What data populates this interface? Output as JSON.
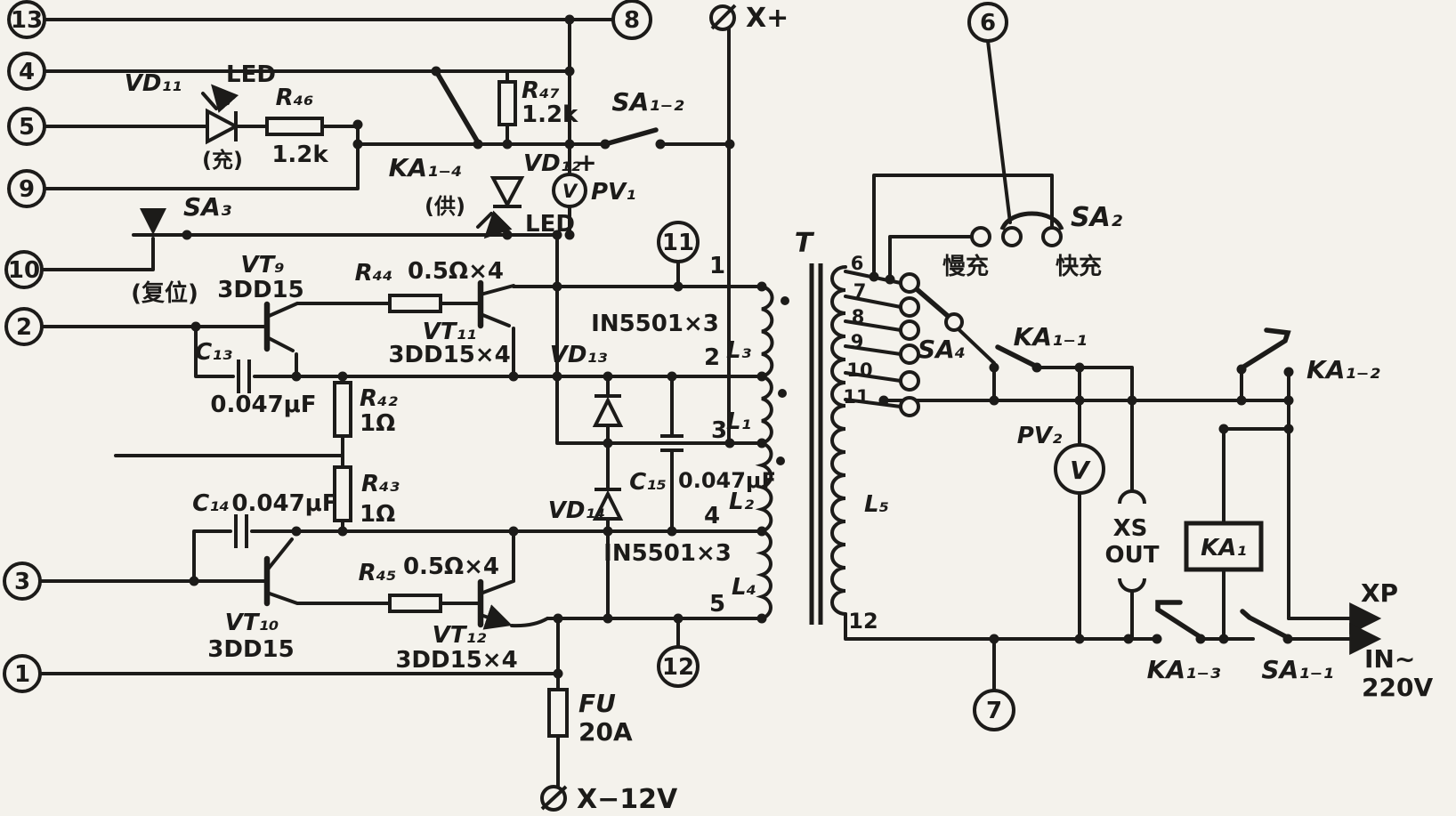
{
  "colors": {
    "ink": "#1c1b19",
    "paper": "#f4f2ec"
  },
  "terminals": {
    "n13": "13",
    "n4": "4",
    "n5": "5",
    "n9": "9",
    "n10": "10",
    "n2": "2",
    "n3": "3",
    "n1": "1",
    "n8": "8",
    "n6": "6",
    "n11": "11",
    "n12": "12",
    "n7": "7"
  },
  "connectors": {
    "x_plus": "X+",
    "x_minus": "X−12V",
    "xp": "XP",
    "xs": "XS",
    "out": "OUT",
    "in_ac": "IN~",
    "in_voltage": "220V"
  },
  "components": {
    "vd11": {
      "ref": "VD₁₁",
      "kind": "LED",
      "note": "(充)"
    },
    "r46": {
      "ref": "R₄₆",
      "value": "1.2k"
    },
    "r47": {
      "ref": "R₄₇",
      "value": "1.2k"
    },
    "ka14": {
      "ref": "KA₁₋₄",
      "note": "(供)"
    },
    "vd12": {
      "ref": "VD₁₂",
      "kind": "LED"
    },
    "pv1": {
      "ref": "PV₁",
      "glyph": "V",
      "polarity": "+"
    },
    "sa12": {
      "ref": "SA₁₋₂"
    },
    "sa3": {
      "ref": "SA₃",
      "note": "(复位)"
    },
    "vt9": {
      "ref": "VT₉",
      "value": "3DD15"
    },
    "vt10": {
      "ref": "VT₁₀",
      "value": "3DD15"
    },
    "vt11": {
      "ref": "VT₁₁",
      "value": "3DD15×4"
    },
    "vt12": {
      "ref": "VT₁₂",
      "value": "3DD15×4"
    },
    "r44": {
      "ref": "R₄₄",
      "value": "0.5Ω×4"
    },
    "r45": {
      "ref": "R₄₅",
      "value": "0.5Ω×4"
    },
    "r42": {
      "ref": "R₄₂",
      "value": "1Ω"
    },
    "r43": {
      "ref": "R₄₃",
      "value": "1Ω"
    },
    "c13": {
      "ref": "C₁₃",
      "value": "0.047μF"
    },
    "c14": {
      "ref": "C₁₄",
      "value": "0.047μF"
    },
    "c15": {
      "ref": "C₁₅",
      "value": "0.047μF"
    },
    "vd13": {
      "ref": "VD₁₃"
    },
    "vd14": {
      "ref": "VD₁₄"
    },
    "rect_top": {
      "value": "IN5501×3"
    },
    "rect_bottom": {
      "value": "IN5501×3"
    },
    "fu": {
      "ref": "FU",
      "value": "20A"
    },
    "sa2": {
      "ref": "SA₂",
      "slow": "慢充",
      "fast": "快充"
    },
    "sa4": {
      "ref": "SA₄"
    },
    "ka11": {
      "ref": "KA₁₋₁"
    },
    "ka12": {
      "ref": "KA₁₋₂"
    },
    "ka13": {
      "ref": "KA₁₋₃"
    },
    "sa11": {
      "ref": "SA₁₋₁"
    },
    "pv2": {
      "ref": "PV₂",
      "glyph": "V"
    },
    "ka1": {
      "ref": "KA₁"
    }
  },
  "transformer": {
    "label": "T",
    "windings": {
      "l1": "L₁",
      "l2": "L₂",
      "l3": "L₃",
      "l4": "L₄",
      "l5": "L₅"
    },
    "taps_primary": [
      "1",
      "2",
      "3",
      "4",
      "5"
    ],
    "taps_secondary": [
      "6",
      "7",
      "8",
      "9",
      "10",
      "11",
      "12"
    ]
  }
}
